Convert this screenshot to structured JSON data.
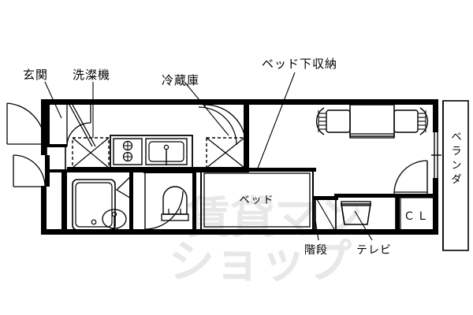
{
  "document": {
    "type": "floor-plan",
    "title": "賃貸間取図",
    "background_color": "#ffffff",
    "line_color": "#000000",
    "wall_color": "#000000",
    "watermark_color": "#e8e8e8"
  },
  "labels": {
    "entrance": "玄関",
    "washer": "洗澯機",
    "fridge": "冷蔵庫",
    "under_bed_storage": "ベッド下収納",
    "bed": "ベッド",
    "stairs": "階段",
    "tv": "テレビ",
    "veranda": "ベランダ",
    "closet": "ＣＬ"
  },
  "watermark": {
    "line1": "賃貸マン",
    "line2": "ショップ"
  },
  "fixtures": {
    "bathtub": "bathtub",
    "washbasin": "washbasin",
    "toilet": "toilet",
    "stove": "two-burner-stove",
    "kitchen_sink": "kitchen-sink",
    "balcony_window": "balcony-window",
    "entrance_door": "entrance-door",
    "closet_door": "closet-door",
    "tv_unit": "tv-unit"
  }
}
